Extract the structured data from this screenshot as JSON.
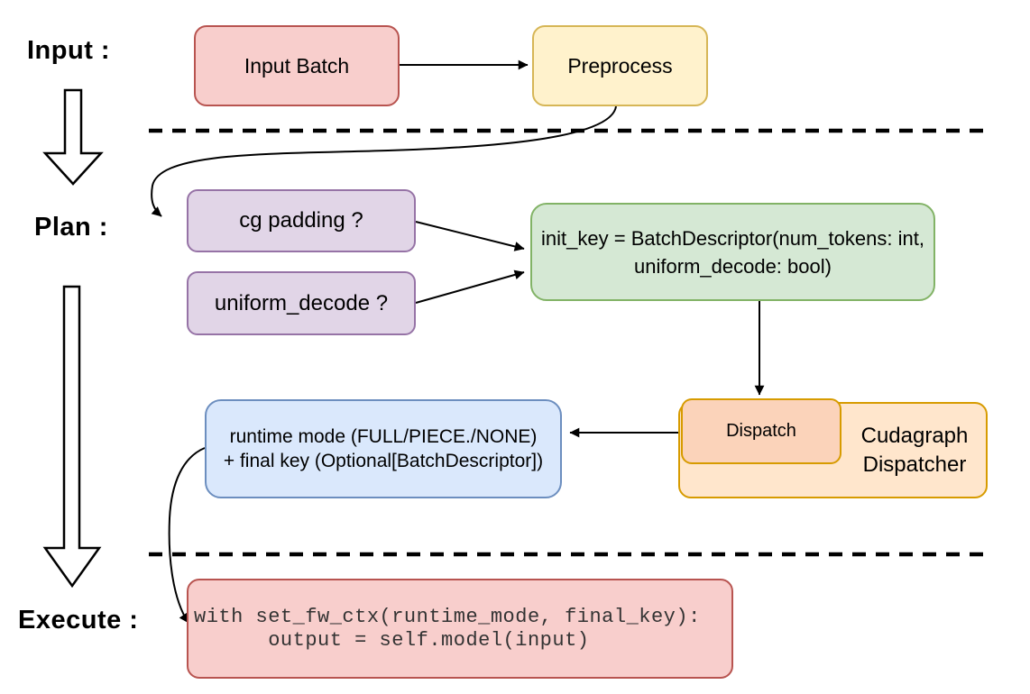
{
  "stage_labels": {
    "input": "Input :",
    "plan": "Plan :",
    "execute": "Execute :"
  },
  "nodes": {
    "input_batch": {
      "label": "Input Batch"
    },
    "preprocess": {
      "label": "Preprocess"
    },
    "cg_padding": {
      "label": "cg padding ?"
    },
    "uniform_decode": {
      "label": "uniform_decode ?"
    },
    "init_key": {
      "line1": "init_key = BatchDescriptor(num_tokens: int,",
      "line2": "uniform_decode: bool)"
    },
    "dispatch": {
      "label": "Dispatch"
    },
    "cudagraph_dispatcher": {
      "line1": "Cudagraph",
      "line2": "Dispatcher"
    },
    "runtime_result": {
      "line1": "runtime mode (FULL/PIECE./NONE)",
      "line2": "+ final key (Optional[BatchDescriptor])"
    },
    "execute_code": {
      "line1": "with set_fw_ctx(runtime_mode, final_key):",
      "line2": "      output = self.model(input)"
    }
  },
  "colors": {
    "red_fill": "#f8cecc",
    "red_stroke": "#b85450",
    "yellow_fill": "#fff2cc",
    "yellow_stroke": "#d6b656",
    "purple_fill": "#e1d5e7",
    "purple_stroke": "#9673a6",
    "green_fill": "#d5e8d4",
    "green_stroke": "#82b366",
    "blue_fill": "#dae8fc",
    "blue_stroke": "#6c8ebf",
    "orange_fill": "#ffe6cc",
    "orange_inner_fill": "#fbd3ba",
    "orange_stroke": "#d79b00",
    "line_color": "#000000",
    "code_text": "#333333"
  }
}
